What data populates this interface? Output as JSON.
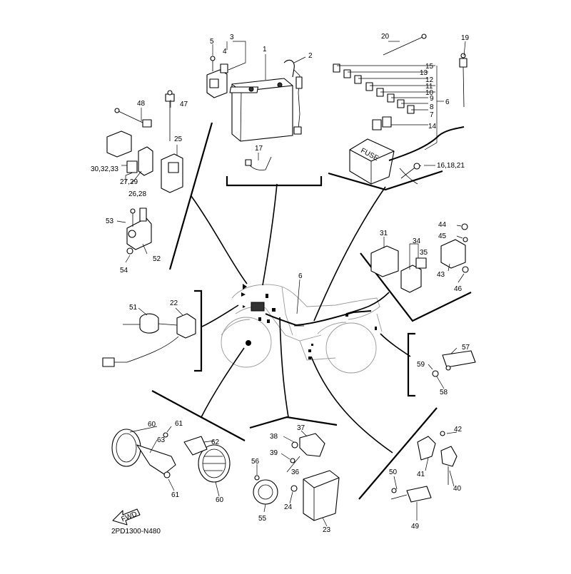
{
  "callouts": {
    "n1": "1",
    "n2": "2",
    "n3": "3",
    "n4": "4",
    "n5": "5",
    "n6a": "6",
    "n6b": "6",
    "n7": "7",
    "n8": "8",
    "n9": "9",
    "n10": "10",
    "n11": "11",
    "n12": "12",
    "n13": "13",
    "n14": "14",
    "n15": "15",
    "n16": "16,18,21",
    "n17": "17",
    "n19": "19",
    "n20": "20",
    "n22": "22",
    "n23": "23",
    "n24": "24",
    "n25": "25",
    "n26": "26,28",
    "n27": "27,29",
    "n30": "30,32,33",
    "n31": "31",
    "n34": "34",
    "n35": "35",
    "n36": "36",
    "n37": "37",
    "n38": "38",
    "n39": "39",
    "n40": "40",
    "n41": "41",
    "n42": "42",
    "n43": "43",
    "n44": "44",
    "n45": "45",
    "n46": "46",
    "n47": "47",
    "n48": "48",
    "n49": "49",
    "n50": "50",
    "n51": "51",
    "n52": "52",
    "n53": "53",
    "n54": "54",
    "n55": "55",
    "n56": "56",
    "n57": "57",
    "n58": "58",
    "n59": "59",
    "n60a": "60",
    "n60b": "60",
    "n61a": "61",
    "n61b": "61",
    "n62": "62",
    "n63": "63"
  },
  "fuse_box_label": "FUSE",
  "fwd_label": "FWD",
  "diagram_code": "2PD1300-N480"
}
